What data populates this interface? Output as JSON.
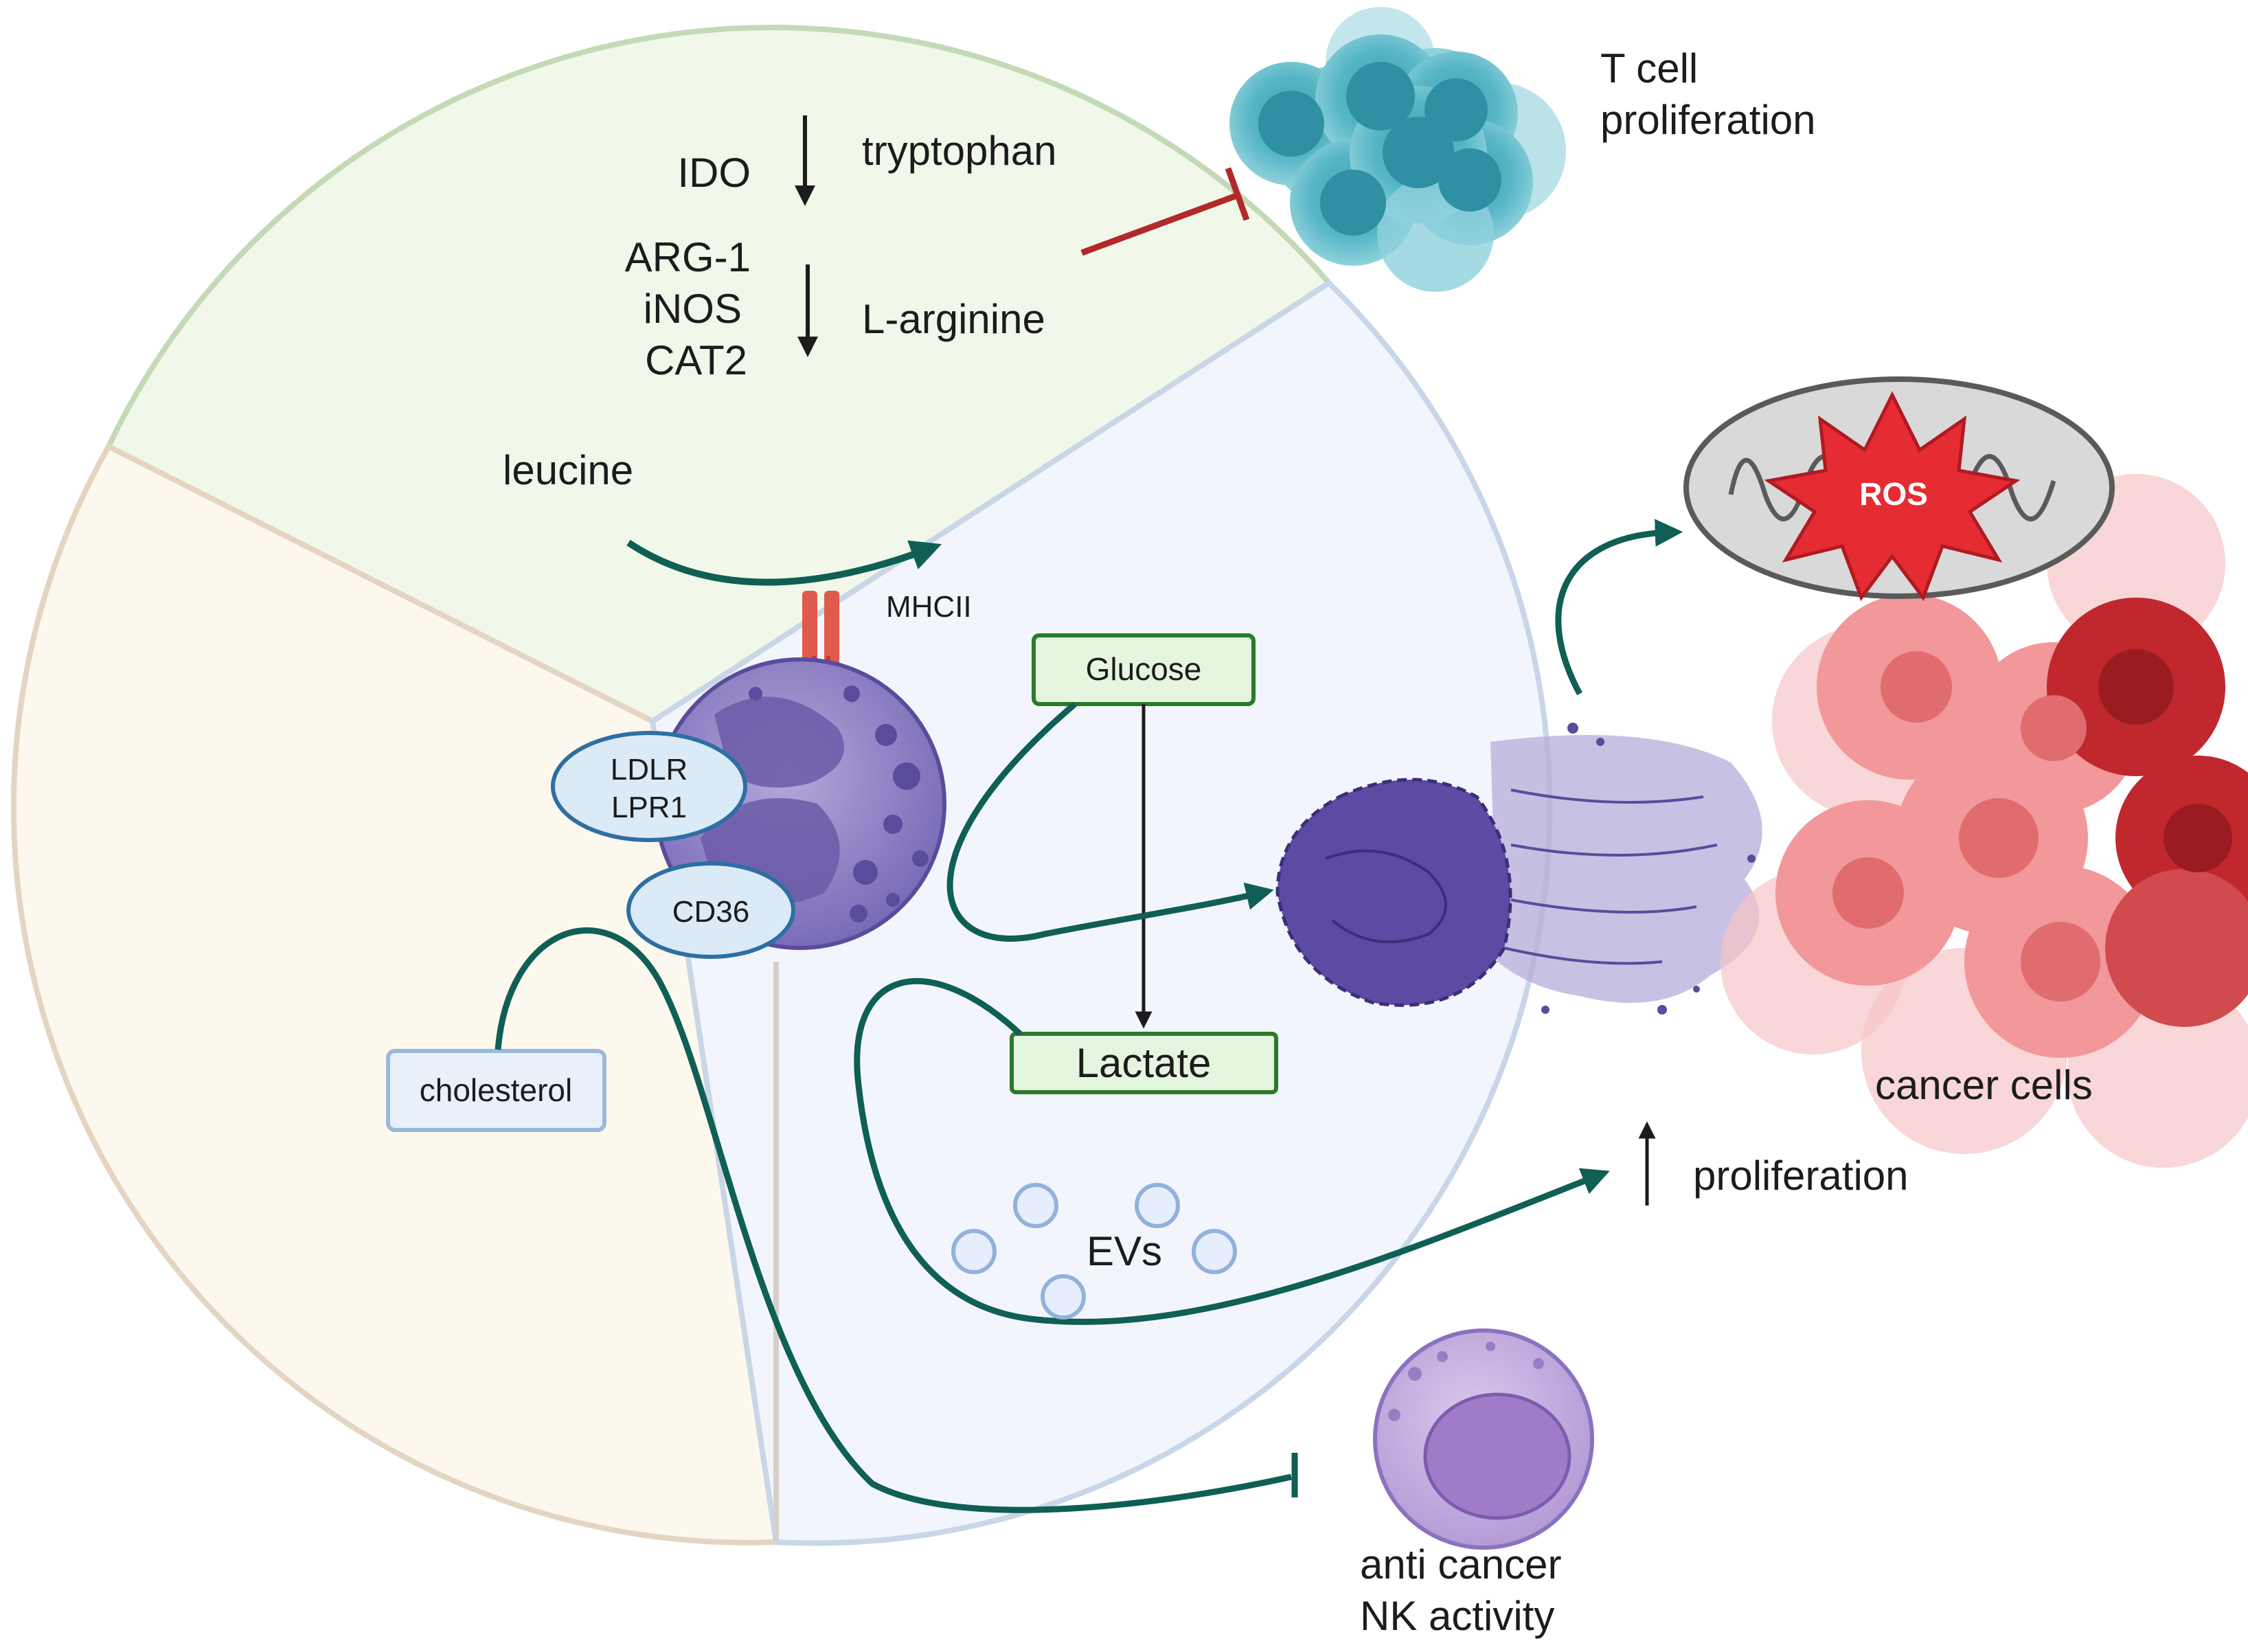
{
  "labels": {
    "ido": "IDO",
    "tryptophan": "tryptophan",
    "arg1": "ARG-1",
    "inos": "iNOS",
    "cat2": "CAT2",
    "larginine": "L-arginine",
    "leucine": "leucine",
    "mhcii": "MHCII",
    "tcell_line1": "T cell",
    "tcell_line2": "proliferation",
    "glucose": "Glucose",
    "lactate": "Lactate",
    "ldlr": "LDLR",
    "lpr1": "LPR1",
    "cd36": "CD36",
    "cholesterol": "cholesterol",
    "evs": "EVs",
    "ros": "ROS",
    "cancer_cells": "cancer cells",
    "proliferation": "proliferation",
    "nk_line1": "anti cancer",
    "nk_line2": "NK activity"
  },
  "colors": {
    "sector_top": "#f1f8ea",
    "sector_left": "#fdf8ee",
    "sector_right": "#f2f6fc",
    "arrow_teal": "#0f5f55",
    "inhibit_red": "#b3282b",
    "box_green_fill": "#e4f5e0",
    "box_green_stroke": "#2b7a2b",
    "oval_fill": "#dbeaf7",
    "oval_stroke": "#2e6fa3",
    "ros_red": "#e52c33",
    "cancer_pink": "#f2979a",
    "cancer_dark": "#c0282d",
    "tcell_teal": "#57b6c6",
    "neutrophil_purple": "#7566b3",
    "nk_purple": "#b59ed6"
  }
}
